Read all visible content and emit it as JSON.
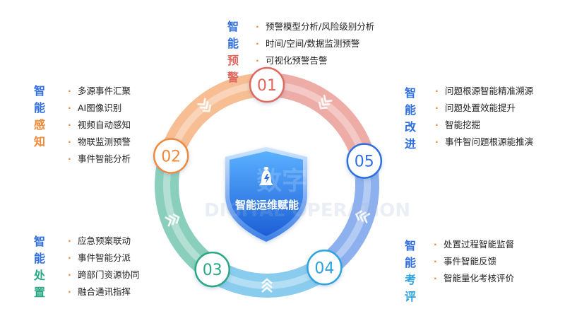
{
  "center": {
    "title": "智能运维赋能",
    "watermark": "数字运营",
    "watermark2": "DIGITAL OPERATION"
  },
  "stages": [
    {
      "num": "01",
      "color": "#e0675d"
    },
    {
      "num": "02",
      "color": "#f0893a"
    },
    {
      "num": "03",
      "color": "#2aa884"
    },
    {
      "num": "04",
      "color": "#2aa3e0"
    },
    {
      "num": "05",
      "color": "#2f6fe0"
    }
  ],
  "blocks": {
    "warning": {
      "line1": "智能",
      "line2": "预警",
      "color2": "#e0675d",
      "items": [
        "预警模型分析/风险级别分析",
        "时间/空间/数据监测预警",
        "可视化预警告警"
      ]
    },
    "perception": {
      "line1": "智能",
      "line2": "感知",
      "color2": "#f0893a",
      "items": [
        "多源事件汇聚",
        "AI图像识别",
        "视频自动感知",
        "物联监测预警",
        "事件智能分析"
      ]
    },
    "disposal": {
      "line1": "智能",
      "line2": "处置",
      "color2": "#2aa884",
      "items": [
        "应急预案联动",
        "事件智能分派",
        "跨部门资源协同",
        "融合通讯指挥"
      ]
    },
    "improve": {
      "line1": "智能",
      "line2": "改进",
      "color2": "#2f6fe0",
      "items": [
        "问题根源智能精准溯源",
        "问题处置效能提升",
        "智能挖掘",
        "事件智问题根源能推演"
      ]
    },
    "evaluate": {
      "line1": "智能",
      "line2": "考评",
      "color2": "#2aa3e0",
      "items": [
        "处置过程智能监督",
        "事件智能反馈",
        "智能量化考核评价"
      ]
    }
  }
}
